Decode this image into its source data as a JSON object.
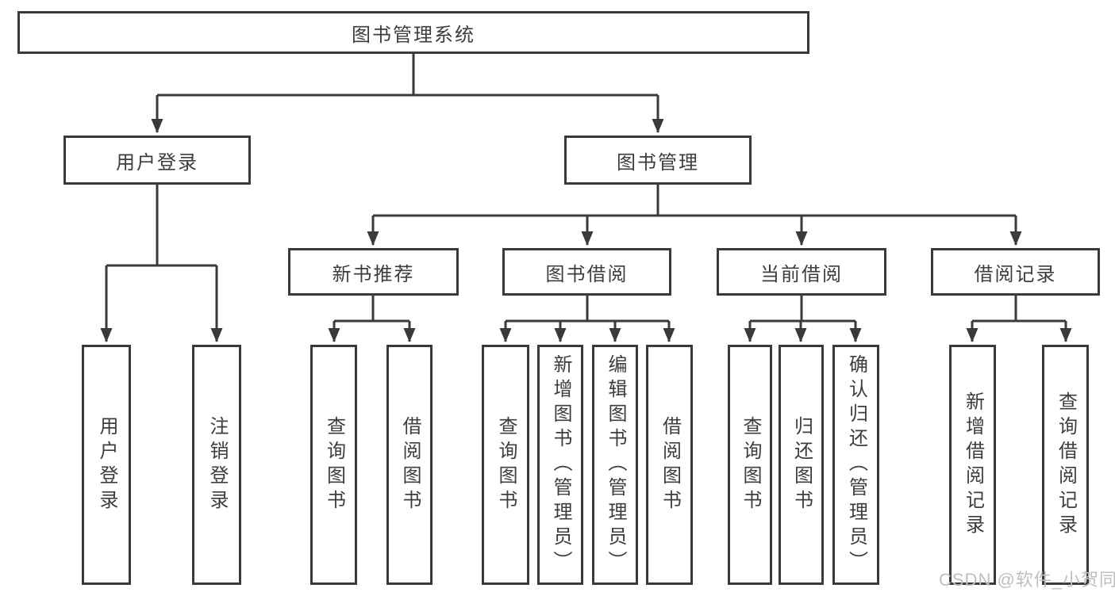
{
  "diagram": {
    "root": "图书管理系统",
    "branches": [
      {
        "label": "用户登录",
        "children": [
          "用户登录",
          "注销登录"
        ]
      },
      {
        "label": "图书管理",
        "sections": [
          {
            "label": "新书推荐",
            "children": [
              "查询图书",
              "借阅图书"
            ]
          },
          {
            "label": "图书借阅",
            "children": [
              "查询图书",
              "新增图书（管理员）",
              "编辑图书（管理员）",
              "借阅图书"
            ]
          },
          {
            "label": "当前借阅",
            "children": [
              "查询图书",
              "归还图书",
              "确认归还（管理员）"
            ]
          },
          {
            "label": "借阅记录",
            "children": [
              "新增借阅记录",
              "查询借阅记录"
            ]
          }
        ]
      }
    ]
  },
  "colors": {
    "line": "#3a3a3a",
    "text": "#3d3d3d",
    "watermark": "#bfbfbf",
    "background": "#ffffff"
  },
  "watermark": "CSDN @软件_小贺同学"
}
